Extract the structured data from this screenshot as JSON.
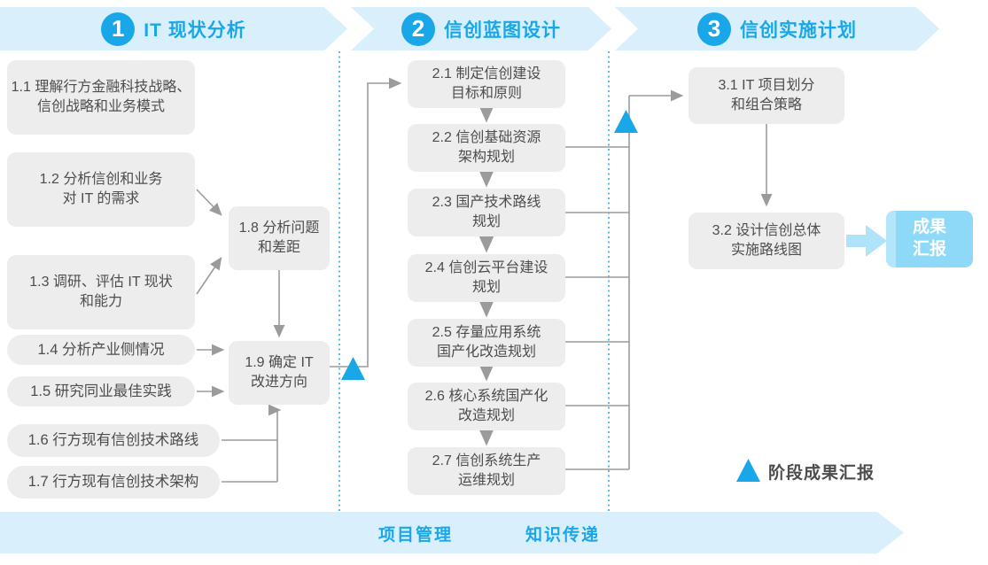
{
  "phases": [
    {
      "number": "1",
      "title": "IT 现状分析"
    },
    {
      "number": "2",
      "title": "信创蓝图设计"
    },
    {
      "number": "3",
      "title": "信创实施计划"
    }
  ],
  "steps": {
    "s11": "1.1 理解行方金融科技战略、\n信创战略和业务模式",
    "s12": "1.2 分析信创和业务\n对 IT 的需求",
    "s13": "1.3 调研、评估 IT 现状\n和能力",
    "s14": "1.4 分析产业侧情况",
    "s15": "1.5 研究同业最佳实践",
    "s16": "1.6 行方现有信创技术路线",
    "s17": "1.7 行方现有信创技术架构",
    "s18": "1.8 分析问题\n和差距",
    "s19": "1.9 确定 IT\n改进方向",
    "s21": "2.1 制定信创建设\n目标和原则",
    "s22": "2.2 信创基础资源\n架构规划",
    "s23": "2.3 国产技术路线\n规划",
    "s24": "2.4 信创云平台建设\n规划",
    "s25": "2.5 存量应用系统\n国产化改造规划",
    "s26": "2.6 核心系统国产化\n改造规划",
    "s27": "2.7 信创系统生产\n运维规划",
    "s31": "3.1 IT 项目划分\n和组合策略",
    "s32": "3.2 设计信创总体\n实施路线图"
  },
  "result_box": "成果\n汇报",
  "legend": {
    "label": "阶段成果汇报"
  },
  "bottom": {
    "left_label": "项目管理",
    "right_label": "知识传递"
  },
  "colors": {
    "accent_blue": "#1aa7e8",
    "band_bg": "#d9effb",
    "box_bg": "#ededed",
    "box_text": "#4d4d4d",
    "wire_gray": "#9b9b9b",
    "result_bg": "#8ed8f8"
  }
}
